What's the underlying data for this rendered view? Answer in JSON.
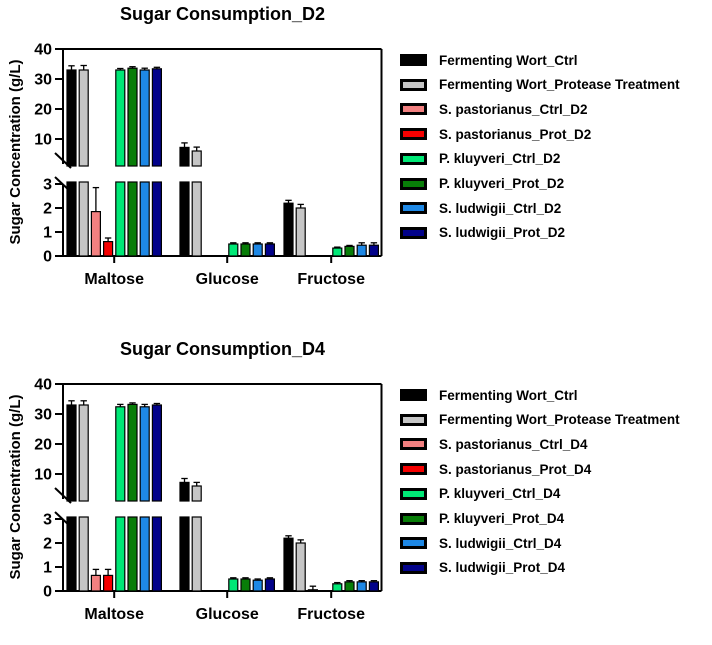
{
  "figure": {
    "background": "#FFFFFF"
  },
  "chart_data": [
    {
      "type": "bar",
      "title": "Sugar Consumption_D2",
      "xlabel": "",
      "ylabel": "Sugar Concentration (g/L)",
      "categories": [
        "Maltose",
        "Glucose",
        "Fructose"
      ],
      "axis": {
        "upper_ticks": [
          40,
          30,
          20,
          10
        ],
        "lower_ticks": [
          3,
          2,
          1,
          0
        ],
        "upper_range": [
          1,
          40
        ],
        "lower_range": [
          0,
          3
        ],
        "break": true
      },
      "grid": false,
      "legend_position": "right",
      "bar_border_color": "#000000",
      "error_bar_color": "#000000",
      "series": [
        {
          "name": "Fermenting Wort_Ctrl",
          "color": "#000000",
          "values": [
            33.0,
            7.2,
            2.2
          ],
          "errors": [
            1.4,
            1.5,
            0.12
          ]
        },
        {
          "name": "Fermenting Wort_Protease Treatment",
          "color": "#C6C6C6",
          "values": [
            33.0,
            6.0,
            2.0
          ],
          "errors": [
            1.5,
            1.3,
            0.15
          ]
        },
        {
          "name": "S. pastorianus_Ctrl_D2",
          "color": "#F28080",
          "values": [
            1.85,
            0,
            0
          ],
          "errors": [
            1.0,
            0,
            0
          ]
        },
        {
          "name": "S. pastorianus_Prot_D2",
          "color": "#F50000",
          "values": [
            0.6,
            0,
            0
          ],
          "errors": [
            0.15,
            0,
            0
          ]
        },
        {
          "name": "P. kluyveri_Ctrl_D2",
          "color": "#00E876",
          "values": [
            33.0,
            0.5,
            0.33
          ],
          "errors": [
            0.5,
            0.05,
            0.04
          ]
        },
        {
          "name": "P. kluyveri_Prot_D2",
          "color": "#087D08",
          "values": [
            33.6,
            0.5,
            0.4
          ],
          "errors": [
            0.5,
            0.05,
            0.04
          ]
        },
        {
          "name": "S. ludwigii_Ctrl_D2",
          "color": "#1E88E5",
          "values": [
            33.0,
            0.5,
            0.45
          ],
          "errors": [
            0.6,
            0.05,
            0.1
          ]
        },
        {
          "name": "S. ludwigii_Prot_D2",
          "color": "#02028A",
          "values": [
            33.4,
            0.5,
            0.45
          ],
          "errors": [
            0.5,
            0.05,
            0.1
          ]
        }
      ]
    },
    {
      "type": "bar",
      "title": "Sugar Consumption_D4",
      "xlabel": "",
      "ylabel": "Sugar Concentration (g/L)",
      "categories": [
        "Maltose",
        "Glucose",
        "Fructose"
      ],
      "axis": {
        "upper_ticks": [
          40,
          30,
          20,
          10
        ],
        "lower_ticks": [
          3,
          2,
          1,
          0
        ],
        "upper_range": [
          1,
          40
        ],
        "lower_range": [
          0,
          3
        ],
        "break": true
      },
      "grid": false,
      "legend_position": "right",
      "bar_border_color": "#000000",
      "error_bar_color": "#000000",
      "series": [
        {
          "name": "Fermenting Wort_Ctrl",
          "color": "#000000",
          "values": [
            33.0,
            7.2,
            2.2
          ],
          "errors": [
            1.4,
            1.3,
            0.1
          ]
        },
        {
          "name": "Fermenting Wort_Protease Treatment",
          "color": "#C6C6C6",
          "values": [
            33.0,
            6.0,
            2.0
          ],
          "errors": [
            1.4,
            1.2,
            0.13
          ]
        },
        {
          "name": "S. pastorianus_Ctrl_D4",
          "color": "#F28080",
          "values": [
            0.65,
            0,
            0.05
          ],
          "errors": [
            0.25,
            0,
            0.15
          ]
        },
        {
          "name": "S. pastorianus_Prot_D4",
          "color": "#F50000",
          "values": [
            0.65,
            0,
            0
          ],
          "errors": [
            0.25,
            0,
            0
          ]
        },
        {
          "name": "P. kluyveri_Ctrl_D4",
          "color": "#00E876",
          "values": [
            32.4,
            0.5,
            0.3
          ],
          "errors": [
            0.8,
            0.05,
            0.05
          ]
        },
        {
          "name": "P. kluyveri_Prot_D4",
          "color": "#087D08",
          "values": [
            33.2,
            0.5,
            0.38
          ],
          "errors": [
            0.5,
            0.05,
            0.05
          ]
        },
        {
          "name": "S. ludwigii_Ctrl_D4",
          "color": "#1E88E5",
          "values": [
            32.4,
            0.45,
            0.38
          ],
          "errors": [
            0.8,
            0.05,
            0.05
          ]
        },
        {
          "name": "S. ludwigii_Prot_D4",
          "color": "#02028A",
          "values": [
            33.0,
            0.5,
            0.38
          ],
          "errors": [
            0.5,
            0.05,
            0.05
          ]
        }
      ]
    }
  ]
}
